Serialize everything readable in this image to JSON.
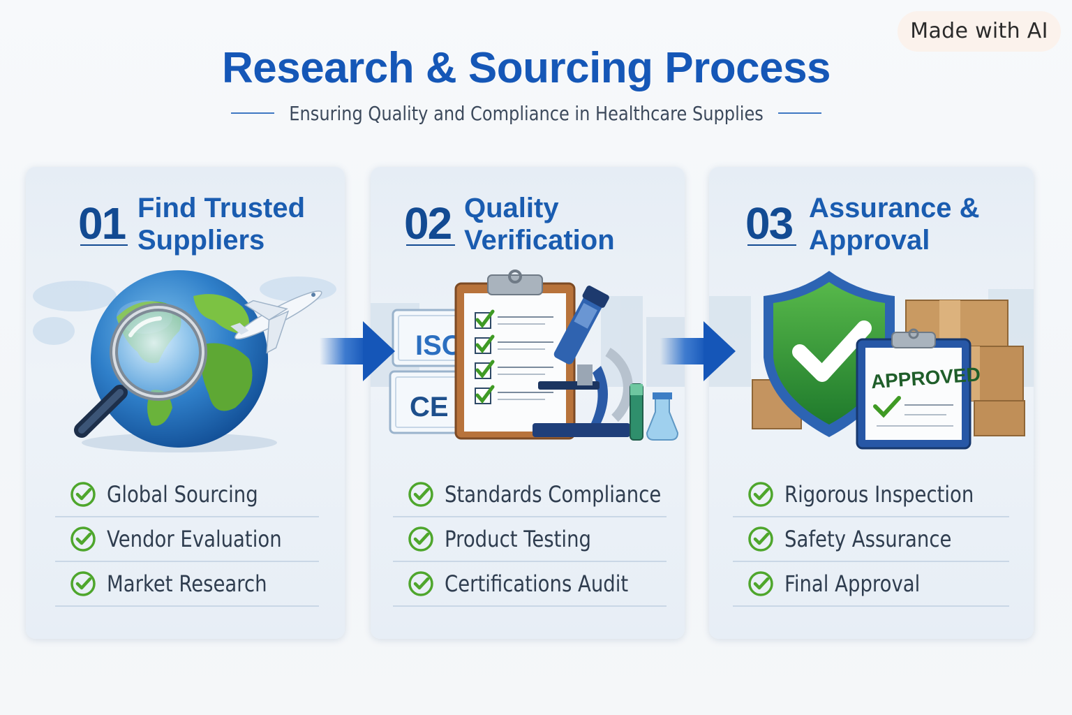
{
  "badge": "Made with AI",
  "title": "Research & Sourcing Process",
  "subtitle": "Ensuring Quality and Compliance in Healthcare Supplies",
  "steps": [
    {
      "number": "01",
      "title_line1": "Find Trusted",
      "title_line2": "Suppliers",
      "items": [
        "Global Sourcing",
        "Vendor Evaluation",
        "Market Research"
      ]
    },
    {
      "number": "02",
      "title_line1": "Quality",
      "title_line2": "Verification",
      "badges": [
        "ISO",
        "CE"
      ],
      "items": [
        "Standards Compliance",
        "Product Testing",
        "Certifications Audit"
      ]
    },
    {
      "number": "03",
      "title_line1": "Assurance &",
      "title_line2": "Approval",
      "stamp": "APPROVED",
      "items": [
        "Rigorous Inspection",
        "Safety Assurance",
        "Final Approval"
      ]
    }
  ],
  "colors": {
    "title_blue": "#1557b7",
    "step_number": "#124a92",
    "check_green": "#4ea62c",
    "arrow_blue": "#1f66c8"
  },
  "icons": [
    "globe-icon",
    "magnifier-icon",
    "airplane-icon",
    "clipboard-icon",
    "microscope-icon",
    "shield-check-icon",
    "box-icon",
    "check-circle-icon",
    "arrow-right-icon"
  ]
}
